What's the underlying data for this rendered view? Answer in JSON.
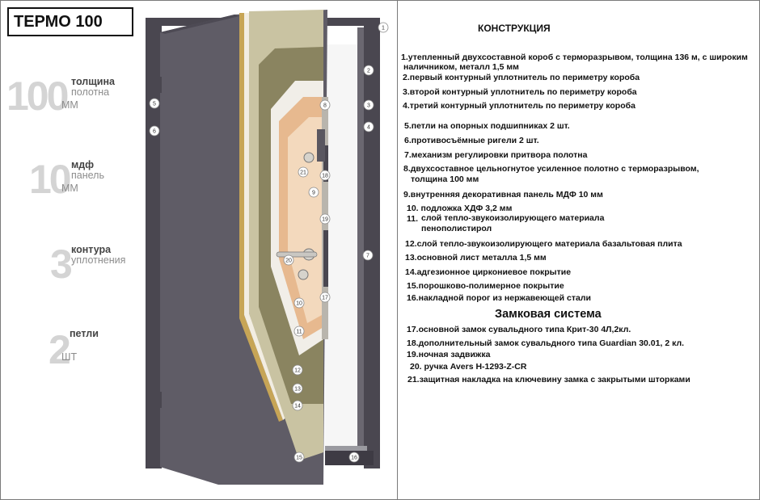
{
  "title": "ТЕРМО 100",
  "specs": [
    {
      "number": "100",
      "label1": "толщина",
      "label2": "полотна",
      "unit": "ММ"
    },
    {
      "number": "10",
      "label1": "мдф",
      "label2": "панель",
      "unit": "ММ"
    },
    {
      "number": "3",
      "label1": "контура",
      "label2": "уплотнения",
      "unit": ""
    },
    {
      "number": "2",
      "label1": "петли",
      "label2": "",
      "unit": "ШТ"
    }
  ],
  "construction_heading": "КОНСТРУКЦИЯ",
  "construction_items": [
    "1.утепленный двухсоставной короб с терморазрывом, толщина 136 м, с широким",
    "наличником, металл 1,5 мм",
    "2.первый контурный уплотнитель по периметру короба",
    "3.второй контурный уплотнитель по периметру короба",
    "4.третий контурный уплотнитель по периметру короба",
    "5.петли на опорных подшипниках 2 шт.",
    "6.противосъёмные ригели 2 шт.",
    "7.механизм регулировки притвора полотна",
    "8.двухсоставное цельногнутое усиленное полотно с терморазрывом,",
    "толщина 100 мм",
    "9.внутренняя декоративная панель МДФ 10 мм",
    "10. подложка ХДФ 3,2 мм",
    "11.",
    "слой тепло-звукоизолирующего материала",
    "пенополистирол",
    "12.слой тепло-звукоизолирующего материала базальтовая плита",
    "13.основной лист металла 1,5 мм",
    "14.адгезионное циркониевое покрытие",
    "15.порошково-полимерное покрытие",
    "16.накладной порог из нержавеющей стали"
  ],
  "lock_heading": "Замковая система",
  "lock_items": [
    "17.основной замок сувальдного типа Крит-30 4Л,2кл.",
    "18.дополнительный замок сувальдного типа Guardian 30.01, 2 кл.",
    "19.ночная задвижка",
    "20.  ручка Avers H-1293-Z-CR",
    "21.защитная накладка на ключевину замка с закрытыми шторками"
  ],
  "callouts": [
    "1",
    "2",
    "3",
    "4",
    "5",
    "6",
    "7",
    "8",
    "9",
    "10",
    "11",
    "12",
    "13",
    "14",
    "15",
    "16",
    "17",
    "18",
    "19",
    "20",
    "21"
  ],
  "colors": {
    "door": "#5f5c66",
    "frame": "#4a4750",
    "mdf": "#e7b98f",
    "insulation": "#c9c3a2",
    "basalt": "#7f7a55",
    "gold": "#c7a556"
  }
}
